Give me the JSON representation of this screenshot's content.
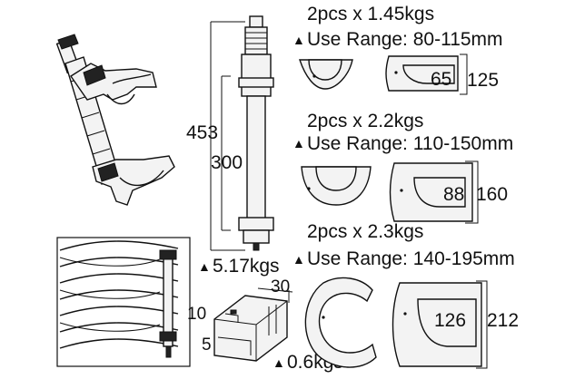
{
  "column": {
    "dim_total": "453",
    "dim_inner": "300",
    "weight": "5.17kgs"
  },
  "block": {
    "dim_top": "30",
    "dim_left": "10",
    "dim_bottom": "5",
    "weight": "0.6kgs"
  },
  "plates": [
    {
      "qty": "2pcs x 1.45kgs",
      "range": "Use Range: 80-115mm",
      "inner": "65",
      "outer": "125"
    },
    {
      "qty": "2pcs x 2.2kgs",
      "range": "Use Range: 110-150mm",
      "inner": "88",
      "outer": "160"
    },
    {
      "qty": "2pcs x 2.3kgs",
      "range": "Use Range: 140-195mm",
      "inner": "126",
      "outer": "212"
    }
  ],
  "colors": {
    "ink": "#111111",
    "background": "#ffffff"
  },
  "icons": {
    "weight": "weight-icon"
  }
}
